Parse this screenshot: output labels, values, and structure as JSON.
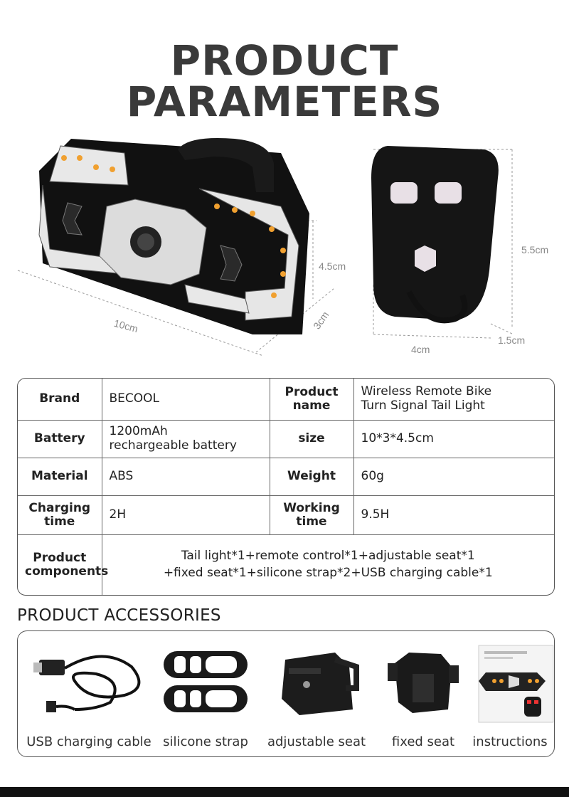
{
  "title": {
    "line1": "PRODUCT",
    "line2": "PARAMETERS"
  },
  "dimensions": {
    "length": "10cm",
    "depth": "3cm",
    "height": "4.5cm",
    "remote_height": "5.5cm",
    "remote_width": "4cm",
    "remote_depth": "1.5cm"
  },
  "specs": {
    "brand_label": "Brand",
    "brand_value": "BECOOL",
    "name_label": "Product name",
    "name_value_line1": "Wireless Remote Bike",
    "name_value_line2": "Turn Signal Tail Light",
    "battery_label": "Battery",
    "battery_value_line1": "1200mAh",
    "battery_value_line2": "rechargeable battery",
    "size_label": "size",
    "size_value": "10*3*4.5cm",
    "material_label": "Material",
    "material_value": "ABS",
    "weight_label": "Weight",
    "weight_value": "60g",
    "charging_label_line1": "Charging",
    "charging_label_line2": "time",
    "charging_value": "2H",
    "working_label_line1": "Working",
    "working_label_line2": "time",
    "working_value": "9.5H",
    "components_label_line1": "Product",
    "components_label_line2": "components",
    "components_line1": "Tail light*1+remote control*1+adjustable seat*1",
    "components_line2": "+fixed seat*1+silicone strap*2+USB charging cable*1"
  },
  "accessories": {
    "title": "PRODUCT ACCESSORIES",
    "items": [
      {
        "label": "USB charging cable"
      },
      {
        "label": "silicone strap"
      },
      {
        "label": "adjustable seat"
      },
      {
        "label": "fixed seat"
      },
      {
        "label": "instructions"
      }
    ]
  }
}
